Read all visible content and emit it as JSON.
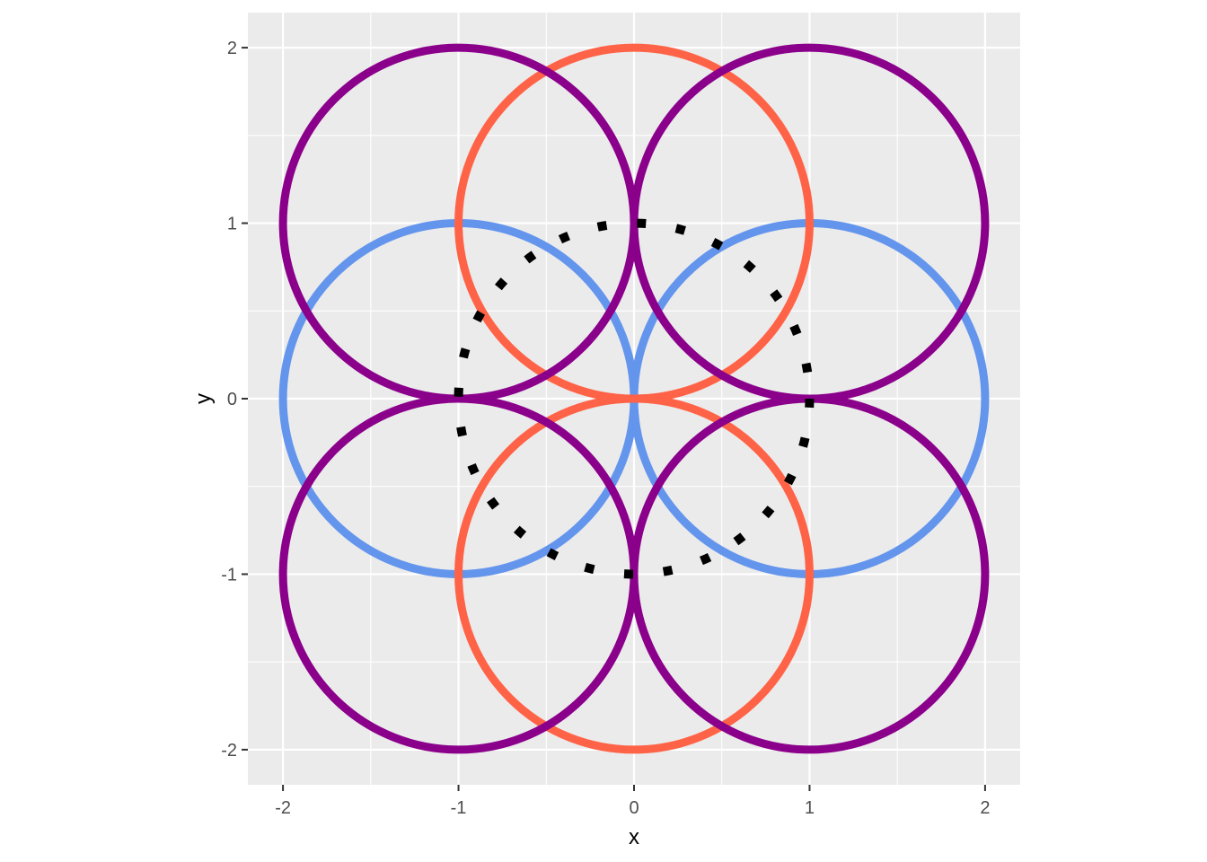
{
  "chart_data": {
    "type": "line",
    "title": "",
    "xlabel": "x",
    "ylabel": "y",
    "xlim": [
      -2.2,
      2.2
    ],
    "ylim": [
      -2.2,
      2.2
    ],
    "x_ticks": [
      -2,
      -1,
      0,
      1,
      2
    ],
    "y_ticks": [
      -2,
      -1,
      0,
      1,
      2
    ],
    "x_tick_labels": [
      "-2",
      "-1",
      "0",
      "1",
      "2"
    ],
    "y_tick_labels": [
      "-2",
      "-1",
      "0",
      "1",
      "2"
    ],
    "grid": true,
    "legend": "none",
    "panel_background": "#ebebeb",
    "grid_color": "#ffffff",
    "series": [
      {
        "shape": "circle",
        "center": [
          -1,
          0
        ],
        "radius": 1,
        "color": "#6495ed",
        "linestyle": "solid"
      },
      {
        "shape": "circle",
        "center": [
          1,
          0
        ],
        "radius": 1,
        "color": "#6495ed",
        "linestyle": "solid"
      },
      {
        "shape": "circle",
        "center": [
          0,
          1
        ],
        "radius": 1,
        "color": "#ff6347",
        "linestyle": "solid"
      },
      {
        "shape": "circle",
        "center": [
          0,
          -1
        ],
        "radius": 1,
        "color": "#ff6347",
        "linestyle": "solid"
      },
      {
        "shape": "circle",
        "center": [
          -1,
          1
        ],
        "radius": 1,
        "color": "#8b008b",
        "linestyle": "solid"
      },
      {
        "shape": "circle",
        "center": [
          1,
          1
        ],
        "radius": 1,
        "color": "#8b008b",
        "linestyle": "solid"
      },
      {
        "shape": "circle",
        "center": [
          -1,
          -1
        ],
        "radius": 1,
        "color": "#8b008b",
        "linestyle": "solid"
      },
      {
        "shape": "circle",
        "center": [
          1,
          -1
        ],
        "radius": 1,
        "color": "#8b008b",
        "linestyle": "solid"
      },
      {
        "shape": "circle",
        "center": [
          0,
          0
        ],
        "radius": 1,
        "color": "#000000",
        "linestyle": "dotted"
      }
    ]
  }
}
